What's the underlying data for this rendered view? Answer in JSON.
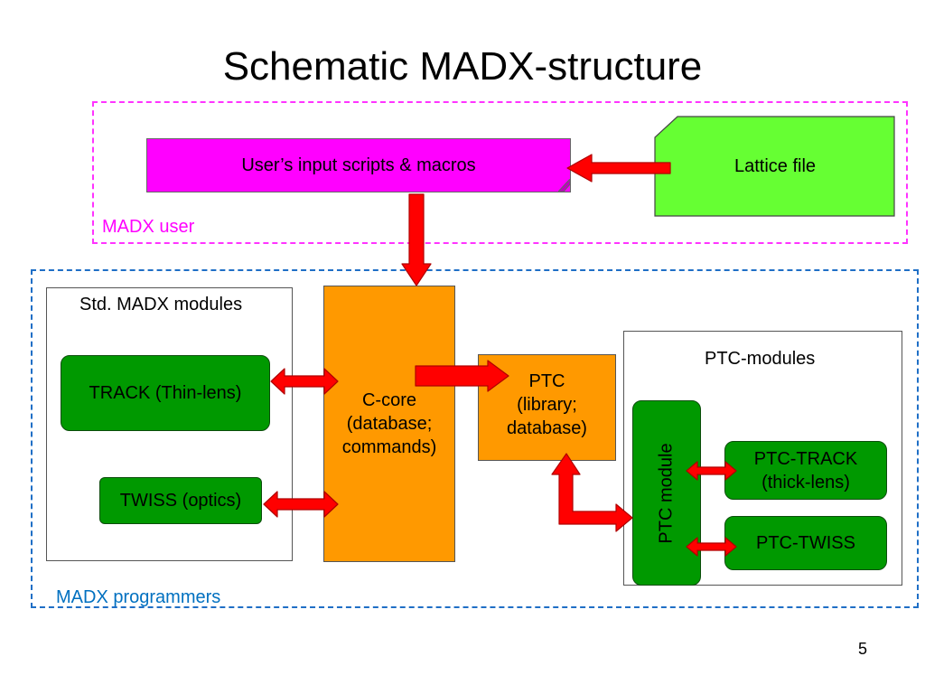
{
  "slide": {
    "title": "Schematic MADX-structure",
    "page_number": "5"
  },
  "regions": {
    "user_label": "MADX user",
    "programmers_label": "MADX programmers"
  },
  "nodes": {
    "user_input": "User’s input scripts & macros",
    "lattice_file": "Lattice file",
    "std_modules": "Std. MADX modules",
    "track": "TRACK (Thin-lens)",
    "twiss": "TWISS (optics)",
    "c_core": [
      "C-core",
      "(database;",
      "commands)"
    ],
    "ptc_lib": [
      "PTC",
      "(library;",
      "database)"
    ],
    "ptc_modules": "PTC-modules",
    "ptc_module": "PTC module",
    "ptc_track": [
      "PTC-TRACK",
      "(thick-lens)"
    ],
    "ptc_twiss": "PTC-TWISS"
  },
  "colors": {
    "user_region": "#ff33ff",
    "programmers_region": "#1f6fc6",
    "user_input_fill": "#ff00ff",
    "lattice_fill": "#66ff33",
    "core_fill": "#ff9900",
    "module_fill": "#009900",
    "arrow_fill": "#ff0000"
  }
}
